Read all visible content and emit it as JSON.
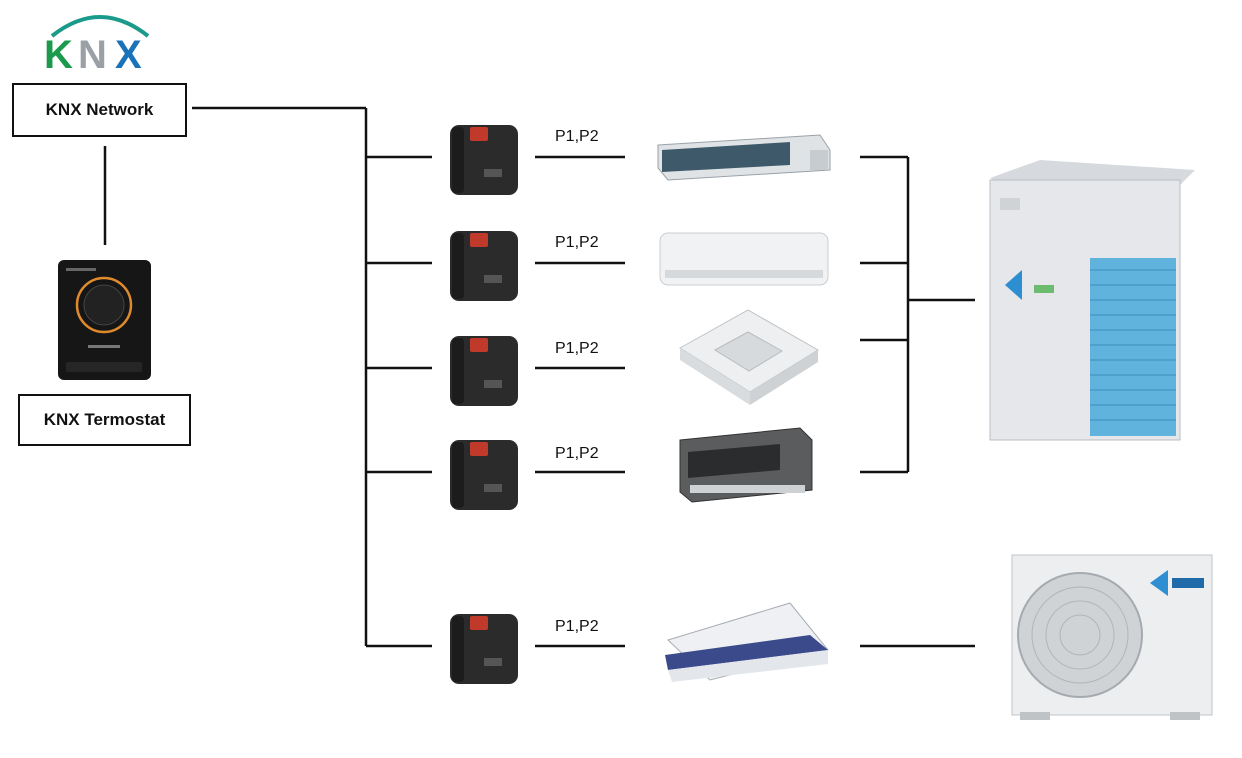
{
  "logo": {
    "text": "KNX",
    "colors": {
      "k": "#1a9a4a",
      "n": "#9aa0a6",
      "x": "#1a73b8",
      "arc": "#1a9a8a"
    }
  },
  "nodes": {
    "network_label": "KNX Network",
    "thermostat_label": "KNX Termostat"
  },
  "gateways": [
    {
      "icon": "knx-gateway-icon",
      "link_label": "P1,P2",
      "indoor_unit": "ducted-unit-icon"
    },
    {
      "icon": "knx-gateway-icon",
      "link_label": "P1,P2",
      "indoor_unit": "wall-split-unit-icon"
    },
    {
      "icon": "knx-gateway-icon",
      "link_label": "P1,P2",
      "indoor_unit": "cassette-unit-icon"
    },
    {
      "icon": "knx-gateway-icon",
      "link_label": "P1,P2",
      "indoor_unit": "concealed-duct-unit-icon"
    },
    {
      "icon": "knx-gateway-icon",
      "link_label": "P1,P2",
      "indoor_unit": "ceiling-suspended-unit-icon"
    }
  ],
  "outdoor_units": [
    "vrv-outdoor-unit-icon",
    "split-outdoor-unit-icon"
  ],
  "colors": {
    "line": "#111111",
    "gateway_body": "#2b2b2b",
    "gateway_accent": "#c0392b",
    "accent_blue": "#3aa0d8"
  }
}
